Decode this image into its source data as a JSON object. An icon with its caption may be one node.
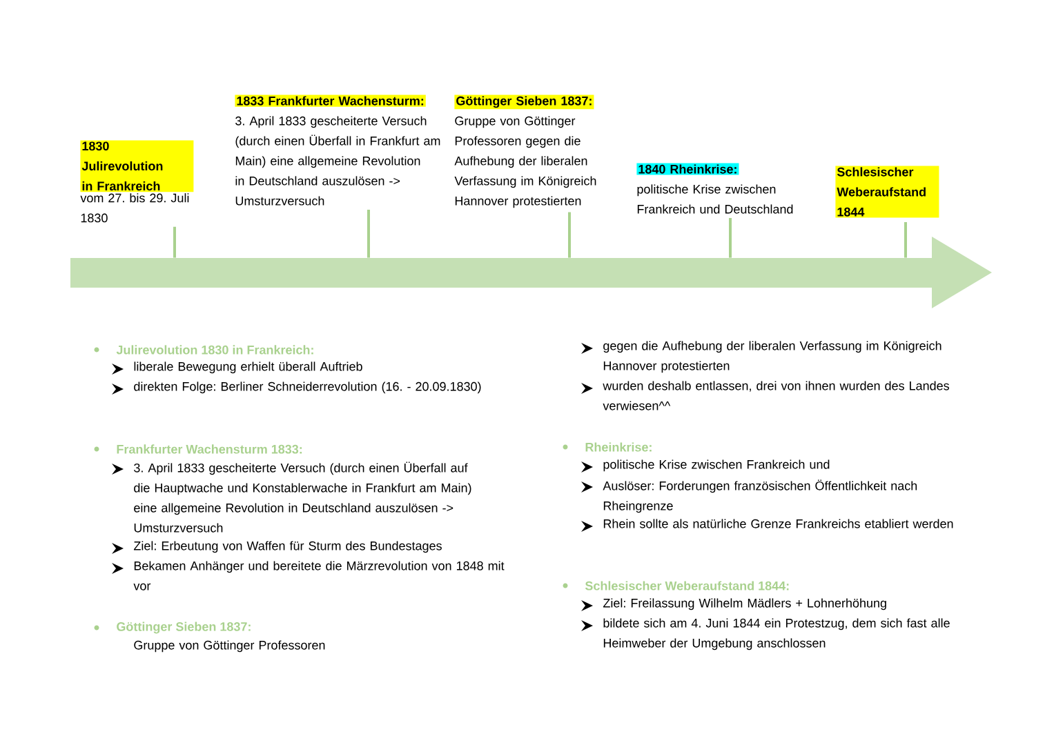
{
  "diagram": {
    "nodes": [
      {
        "text": [
          "1830 Julirevolution in Frankreich",
          "vom 27. bis 29. Juli 1830"
        ]
      },
      {
        "text": [
          "1833 Frankfurter Wachensturm:",
          "3. April 1833 gescheiterte Versuch (durch einen Überfall in Frankfurt am Main) eine allgemeine Revolution in Deutschland auszulösen -> Umsturzversuch"
        ]
      },
      {
        "text": [
          "Göttinger Sieben 1837:",
          "Gruppe von Göttinger Professoren gegen die Aufhebung der liberalen Verfassung im Königreich Hannover protestierten"
        ]
      },
      {
        "text": [
          "1840 Rheinkrise:",
          "politische Krise zwischen Frankreich und Deutschland"
        ]
      },
      {
        "text": [
          "Schlesischer Weberaufstand 1844"
        ]
      },
      {
        "text": [],
        "shape": "arrow"
      }
    ],
    "edges": [
      {
        "from": 0,
        "to": 5,
        "arrow": "none"
      },
      {
        "from": 1,
        "to": 5,
        "arrow": "none"
      },
      {
        "from": 2,
        "to": 5,
        "arrow": "none"
      },
      {
        "from": 3,
        "to": 5,
        "arrow": "none"
      },
      {
        "from": 4,
        "to": 5,
        "arrow": "none"
      }
    ],
    "labels": [
      "Julirevolution 1830 in Frankreich:",
      "liberale Bewegung erhielt überall Auftrieb",
      "direkten Folge: Berliner Schneiderrevolution (16. - 20.09.1830)",
      "Frankfurter Wachensturm 1833:",
      "3. April 1833 gescheiterte Versuch (durch einen Überfall auf die Hauptwache und Konstablerwache in Frankfurt am Main) eine allgemeine Revolution in Deutschland auszulösen -> Umsturzversuch",
      "Ziel: Erbeutung von Waffen für Sturm des Bundestages",
      "Bekamen Anhänger und bereitete die Märzrevolution von 1848 mit vor",
      "Göttinger Sieben 1837:",
      "Gruppe von Göttinger Professoren",
      "gegen die Aufhebung der liberalen Verfassung im Königreich Hannover protestierten",
      "wurden deshalb entlassen, drei von ihnen wurden des Landes verwiesen^^",
      "Rheinkrise:",
      "politische Krise zwischen Frankreich und",
      "Auslöser: Forderungen französischen Öffentlichkeit nach Rheingrenze",
      "Rhein sollte als natürliche Grenze Frankreichs etabliert werden",
      "Schlesischer Weberaufstand 1844:",
      "Ziel: Freilassung Wilhelm Mädlers + Lohnerhöhung",
      "bildete sich am 4. Juni 1844 ein Protestzug, dem sich fast alle Heimweber der Umgebung anschlossen"
    ]
  }
}
